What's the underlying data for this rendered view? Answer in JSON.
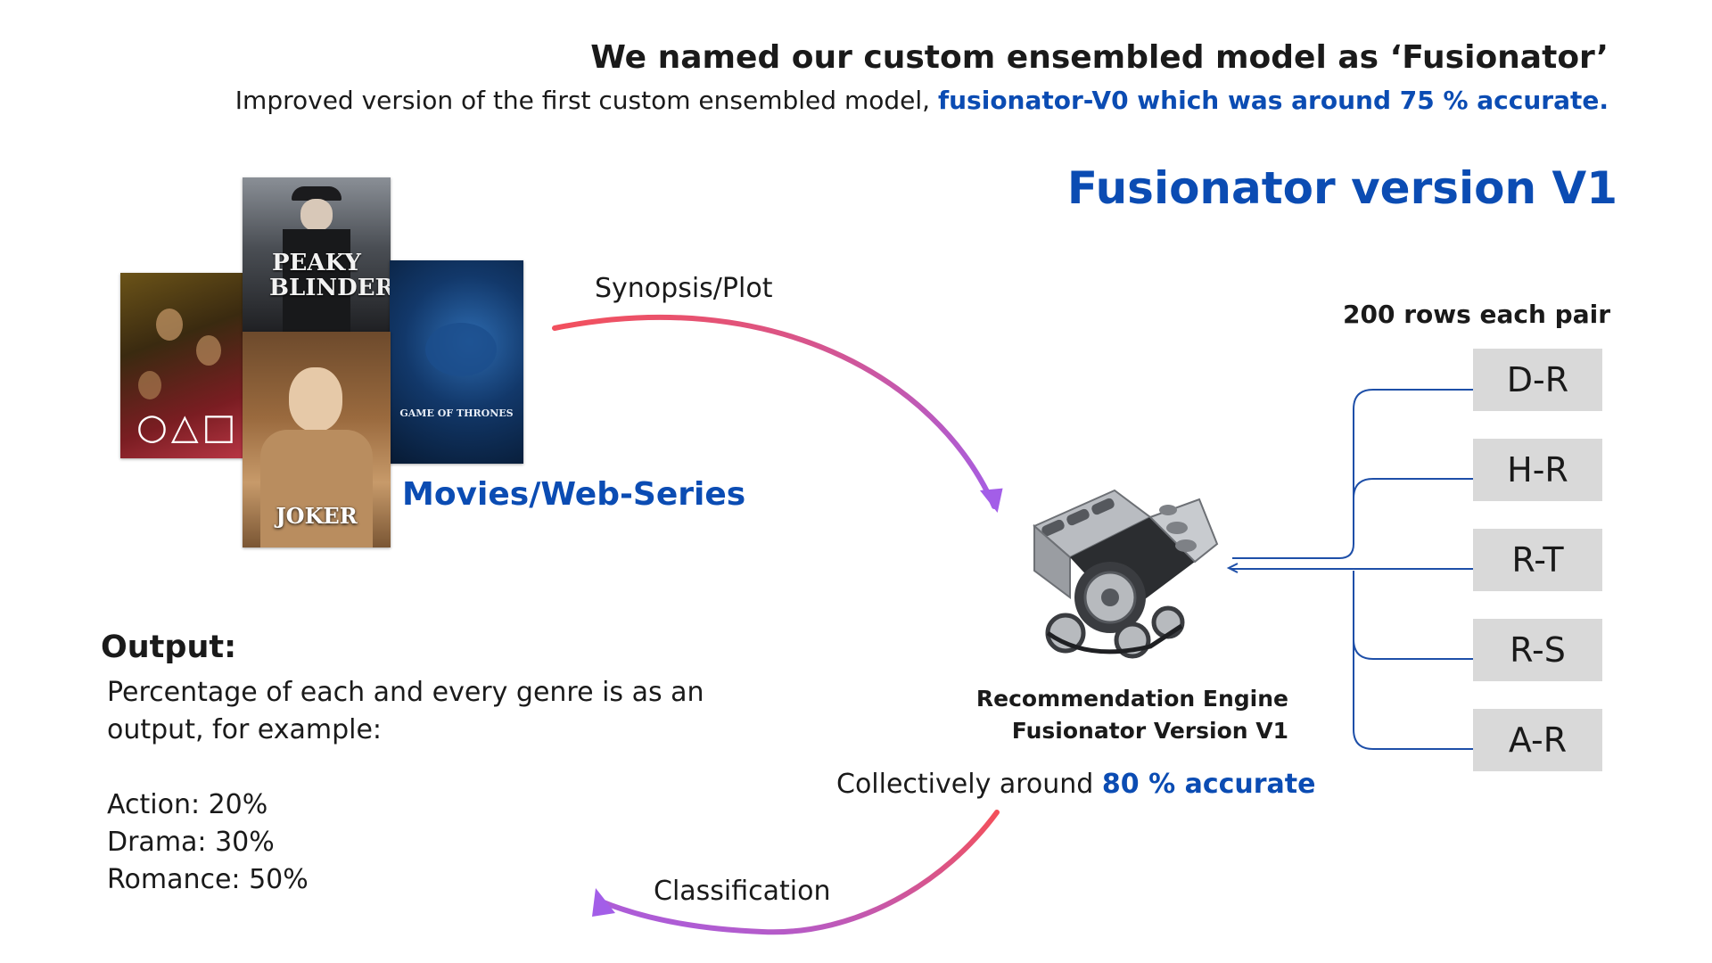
{
  "header": {
    "title": "We named our custom ensembled model as ‘Fusionator’",
    "subtitle_prefix": "Improved version of the first custom ensembled model, ",
    "subtitle_highlight": "fusionator-V0 which was around 75 % accurate.",
    "version_title": "Fusionator version V1"
  },
  "media": {
    "label": "Movies/Web-Series",
    "posters": [
      {
        "title": "PEAKY BLINDERS"
      },
      {
        "title": "GAME OF THRONES"
      },
      {
        "title": "JOKER"
      }
    ]
  },
  "flow": {
    "input_label": "Synopsis/Plot",
    "output_label": "Classification"
  },
  "engine": {
    "icon": "engine-icon",
    "caption_line1": "Recommendation Engine",
    "caption_line2": "Fusionator Version V1",
    "accuracy_prefix": "Collectively around ",
    "accuracy_highlight": "80 % accurate"
  },
  "pairs": {
    "label": "200 rows each pair",
    "items": [
      "D-R",
      "H-R",
      "R-T",
      "R-S",
      "A-R"
    ]
  },
  "output": {
    "heading": "Output:",
    "line1": "Percentage of  each and every genre is as an",
    "line2": "output, for example:",
    "examples": [
      "Action: 20%",
      "Drama: 30%",
      "Romance: 50%"
    ]
  },
  "colors": {
    "accent_blue": "#0b4cb3",
    "arrow_start": "#f4505a",
    "arrow_end": "#a35ee8",
    "box_gray": "#d9d9d9"
  }
}
